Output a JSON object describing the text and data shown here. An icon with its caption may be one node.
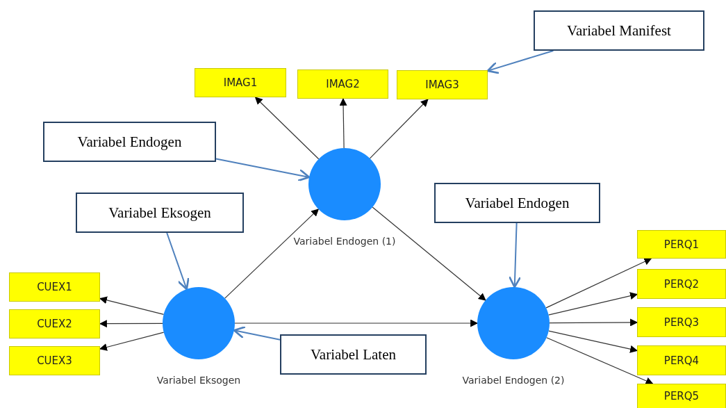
{
  "diagram": {
    "nodes": [
      {
        "text": [
          "IMAG1"
        ]
      },
      {
        "text": [
          "IMAG2"
        ]
      },
      {
        "text": [
          "IMAG3"
        ]
      },
      {
        "text": [],
        "shape": "circle",
        "beside": [
          "Variabel Endogen (1)"
        ]
      },
      {
        "text": [],
        "shape": "circle",
        "beside": [
          "Variabel Eksogen"
        ]
      },
      {
        "text": [],
        "shape": "circle",
        "beside": [
          "Variabel Endogen (2)"
        ]
      },
      {
        "text": [
          "CUEX1"
        ]
      },
      {
        "text": [
          "CUEX2"
        ]
      },
      {
        "text": [
          "CUEX3"
        ]
      },
      {
        "text": [
          "PERQ1"
        ]
      },
      {
        "text": [
          "PERQ2"
        ]
      },
      {
        "text": [
          "PERQ3"
        ]
      },
      {
        "text": [
          "PERQ4"
        ]
      },
      {
        "text": [
          "PERQ5"
        ]
      },
      {
        "text": [
          "Variabel Manifest"
        ]
      },
      {
        "text": [
          "Variabel Endogen"
        ]
      },
      {
        "text": [
          "Variabel Eksogen"
        ]
      },
      {
        "text": [
          "Variabel Endogen"
        ]
      },
      {
        "text": [
          "Variabel Laten"
        ]
      }
    ],
    "edges": [
      {
        "from": 3,
        "to": 0,
        "arrow": "to"
      },
      {
        "from": 3,
        "to": 1,
        "arrow": "to"
      },
      {
        "from": 3,
        "to": 2,
        "arrow": "to"
      },
      {
        "from": 4,
        "to": 3,
        "arrow": "to"
      },
      {
        "from": 4,
        "to": 5,
        "arrow": "to"
      },
      {
        "from": 3,
        "to": 5,
        "arrow": "to"
      },
      {
        "from": 4,
        "to": 6,
        "arrow": "to"
      },
      {
        "from": 4,
        "to": 7,
        "arrow": "to"
      },
      {
        "from": 4,
        "to": 8,
        "arrow": "to"
      },
      {
        "from": 5,
        "to": 9,
        "arrow": "to"
      },
      {
        "from": 5,
        "to": 10,
        "arrow": "to"
      },
      {
        "from": 5,
        "to": 11,
        "arrow": "to"
      },
      {
        "from": 5,
        "to": 12,
        "arrow": "to"
      },
      {
        "from": 5,
        "to": 13,
        "arrow": "to"
      },
      {
        "from": 14,
        "to": 2,
        "arrow": "to",
        "color": "#4f81bd"
      },
      {
        "from": 15,
        "to": 3,
        "arrow": "to",
        "color": "#4f81bd"
      },
      {
        "from": 16,
        "to": 4,
        "arrow": "to",
        "color": "#4f81bd"
      },
      {
        "from": 17,
        "to": 5,
        "arrow": "to",
        "color": "#4f81bd"
      },
      {
        "from": 18,
        "to": 4,
        "arrow": "to",
        "color": "#4f81bd"
      }
    ]
  }
}
